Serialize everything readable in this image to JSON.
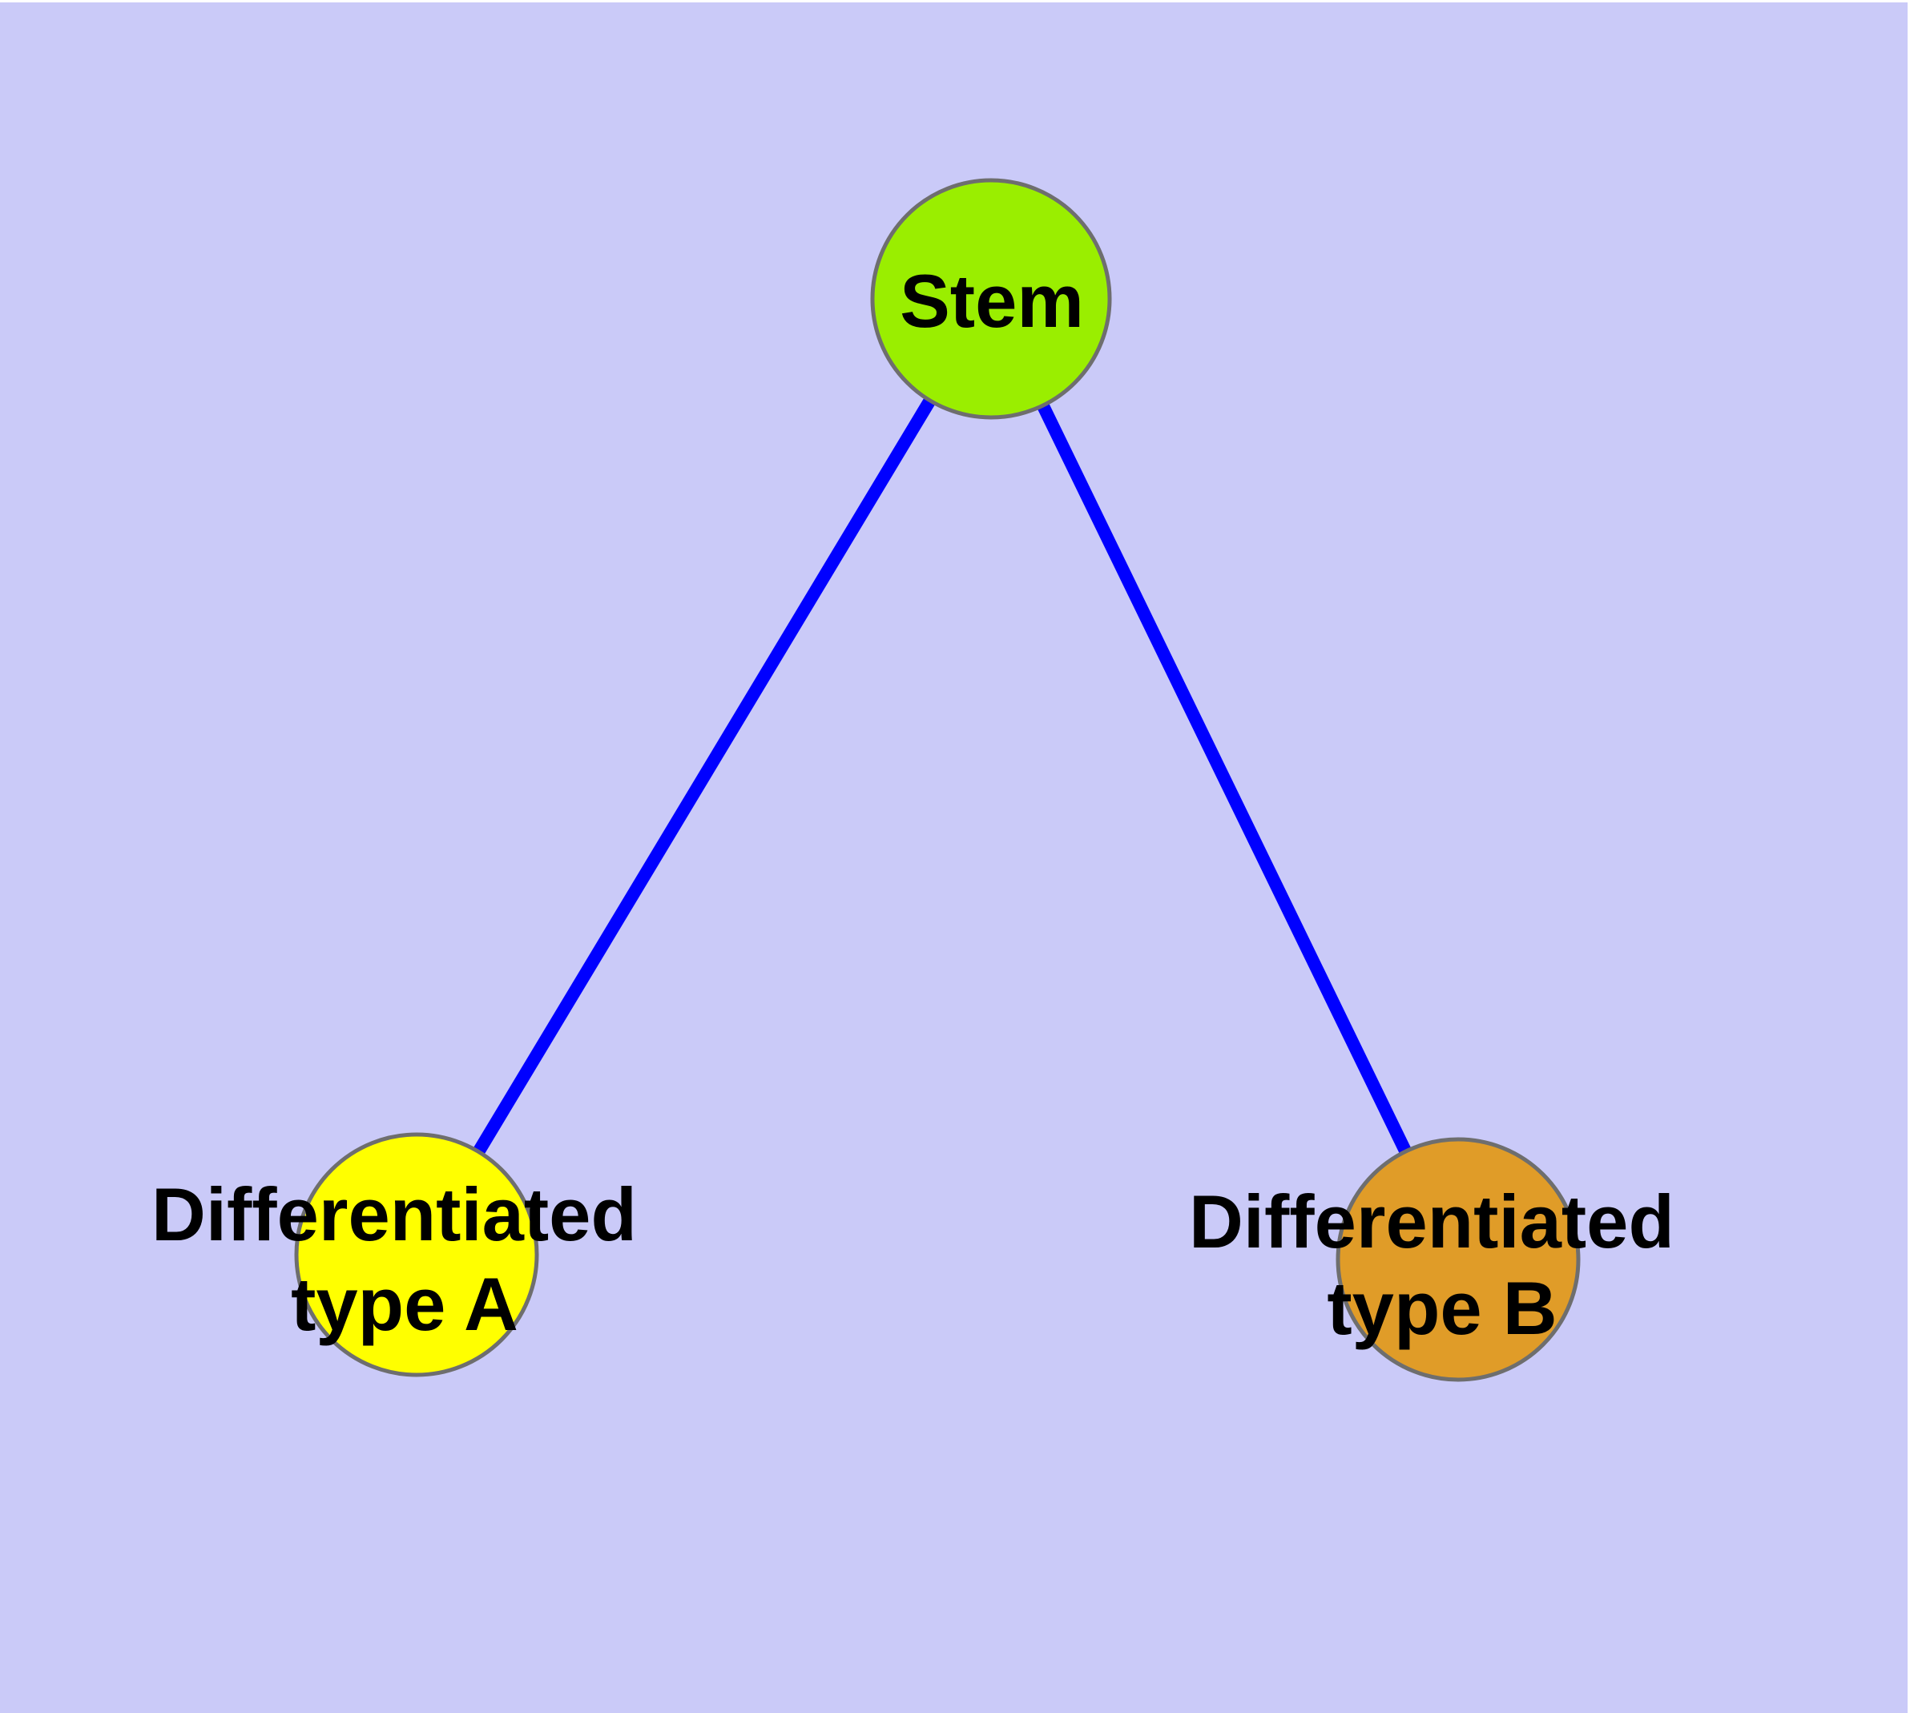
{
  "diagram": {
    "type": "network-graph",
    "background_color": "#cacaf8",
    "page_margin_color": "#ffffff",
    "edge_color": "#0000ff",
    "node_border_color": "#6e6e6e",
    "label_color": "#000000",
    "nodes": [
      {
        "id": "stem",
        "label": "Stem",
        "label_lines": [
          "Stem"
        ],
        "fill": "#9aee00"
      },
      {
        "id": "differentiated-type-a",
        "label": "Differentiated type A",
        "label_lines": [
          "Differentiated",
          "type A"
        ],
        "fill": "#ffff00"
      },
      {
        "id": "differentiated-type-b",
        "label": "Differentiated type B",
        "label_lines": [
          "Differentiated",
          "type B"
        ],
        "fill": "#e09c28"
      }
    ],
    "edges": [
      {
        "from": "Stem",
        "to": "Differentiated type A"
      },
      {
        "from": "Stem",
        "to": "Differentiated type B"
      }
    ]
  }
}
